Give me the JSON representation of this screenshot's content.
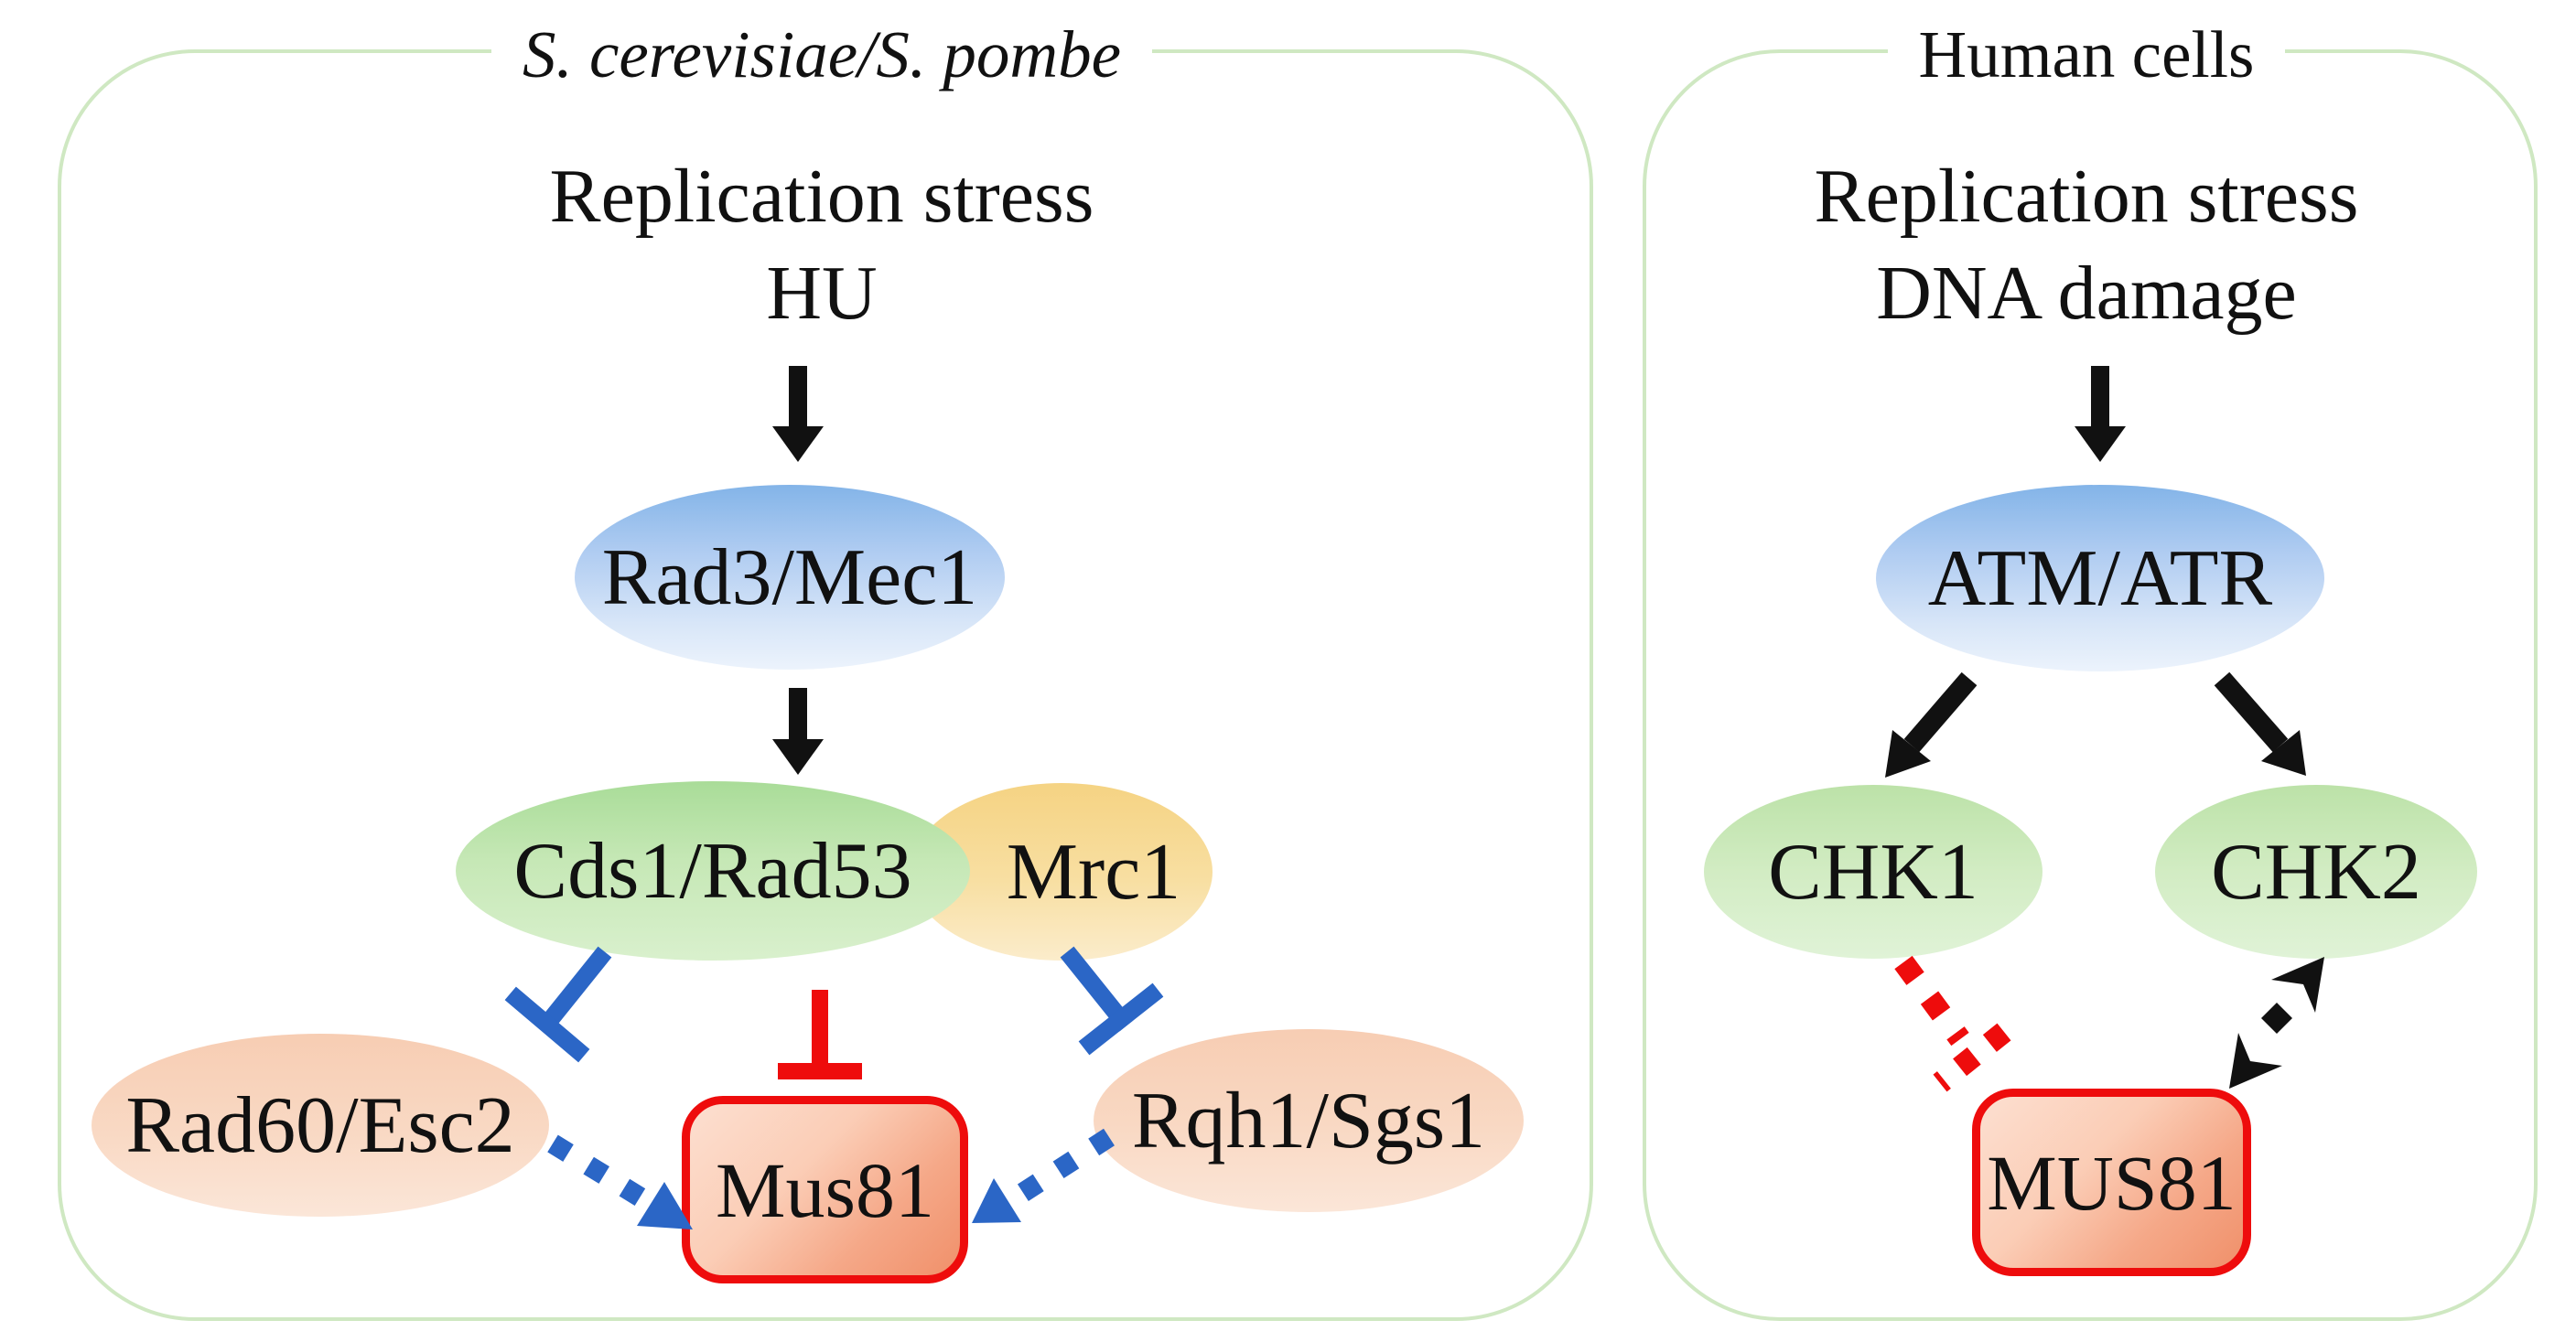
{
  "left_panel": {
    "title": "S. cerevisiae/S. pombe",
    "stimulus_line1": "Replication stress",
    "stimulus_line2": "HU",
    "nodes": {
      "sensor": "Rad3/Mec1",
      "effector": "Cds1/Rad53",
      "mediator": "Mrc1",
      "target_left": "Rad60/Esc2",
      "target_right": "Rqh1/Sgs1",
      "nuclease": "Mus81"
    }
  },
  "right_panel": {
    "title": "Human cells",
    "stimulus_line1": "Replication stress",
    "stimulus_line2": "DNA damage",
    "nodes": {
      "sensor": "ATM/ATR",
      "kinase1": "CHK1",
      "kinase2": "CHK2",
      "nuclease": "MUS81"
    }
  },
  "colors": {
    "panel_border": "#cfe8c2",
    "activation_arrow": "#111111",
    "inhibition_blue": "#2b66c6",
    "inhibition_red": "#ee0c0c",
    "sensor_fill": "#83b4e8",
    "effector_fill": "#a9dc98",
    "mediator_fill": "#f5d383",
    "target_fill": "#f7cdb3",
    "nuclease_border": "#ee0c0c"
  },
  "interactions": [
    {
      "from": "Replication stress / HU",
      "to": "Rad3/Mec1",
      "type": "activation"
    },
    {
      "from": "Rad3/Mec1",
      "to": "Cds1/Rad53",
      "type": "activation"
    },
    {
      "from": "Cds1/Rad53",
      "to": "Rad60/Esc2",
      "type": "inhibition"
    },
    {
      "from": "Cds1/Rad53",
      "to": "Mus81",
      "type": "inhibition"
    },
    {
      "from": "Cds1/Rad53-Mrc1",
      "to": "Rqh1/Sgs1",
      "type": "inhibition"
    },
    {
      "from": "Rad60/Esc2",
      "to": "Mus81",
      "type": "dashed-activation"
    },
    {
      "from": "Rqh1/Sgs1",
      "to": "Mus81",
      "type": "dashed-activation"
    },
    {
      "from": "Replication stress / DNA damage",
      "to": "ATM/ATR",
      "type": "activation"
    },
    {
      "from": "ATM/ATR",
      "to": "CHK1",
      "type": "activation"
    },
    {
      "from": "ATM/ATR",
      "to": "CHK2",
      "type": "activation"
    },
    {
      "from": "CHK1",
      "to": "MUS81",
      "type": "dashed-inhibition"
    },
    {
      "from": "CHK2",
      "to": "MUS81",
      "type": "dashed-double-arrow"
    }
  ]
}
